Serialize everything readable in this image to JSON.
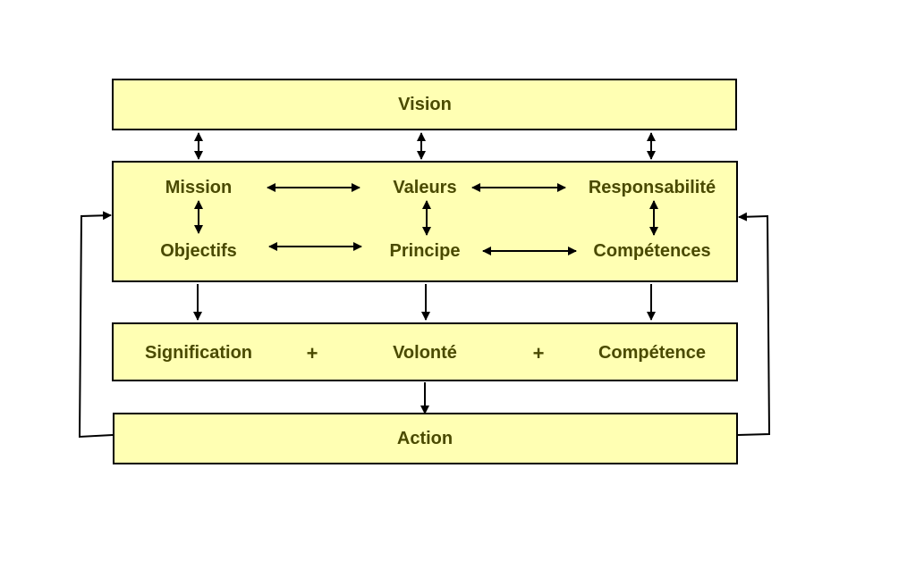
{
  "vision": {
    "label": "Vision"
  },
  "center": {
    "row1": [
      "Mission",
      "Valeurs",
      "Responsabilité"
    ],
    "row2": [
      "Objectifs",
      "Principe",
      "Compétences"
    ]
  },
  "result": {
    "items": [
      "Signification",
      "Volonté",
      "Compétence"
    ],
    "operator": "+"
  },
  "action": {
    "label": "Action"
  },
  "colors": {
    "box_fill": "#ffffb3",
    "box_border": "#000000",
    "text": "#4a4a00"
  }
}
